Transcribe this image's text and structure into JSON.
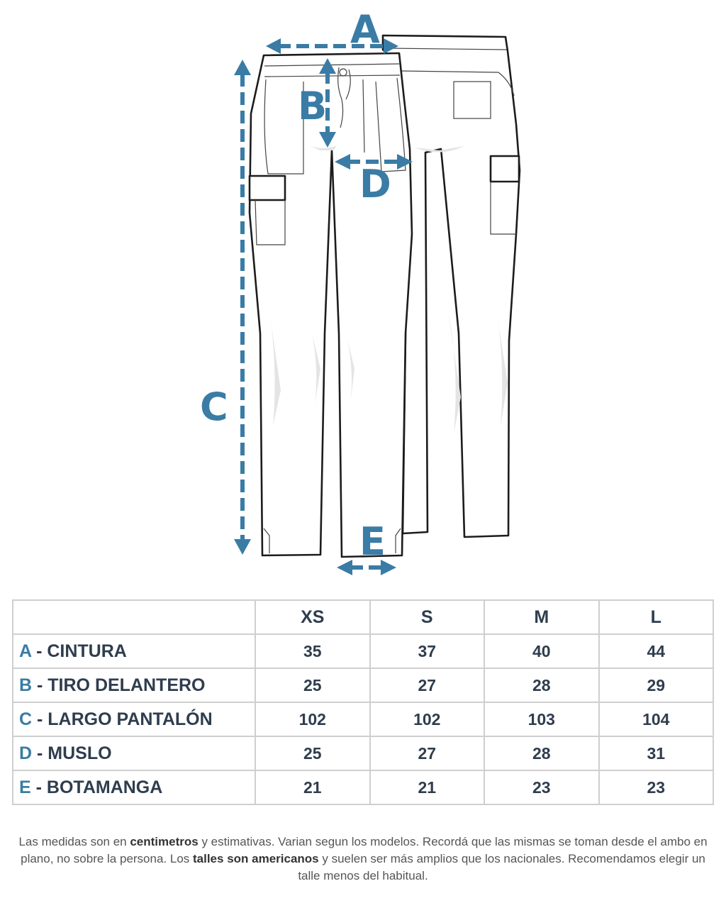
{
  "diagram": {
    "labels": {
      "a": "A",
      "b": "B",
      "c": "C",
      "d": "D",
      "e": "E"
    },
    "accent_color": "#3a7ca5"
  },
  "table": {
    "headers": [
      "",
      "XS",
      "S",
      "M",
      "L"
    ],
    "rows": [
      {
        "letter": "A",
        "sep": " - ",
        "name": "CINTURA",
        "values": [
          "35",
          "37",
          "40",
          "44"
        ]
      },
      {
        "letter": "B",
        "sep": " - ",
        "name": "TIRO DELANTERO",
        "values": [
          "25",
          "27",
          "28",
          "29"
        ]
      },
      {
        "letter": "C",
        "sep": " - ",
        "name": "LARGO PANTALÓN",
        "values": [
          "102",
          "102",
          "103",
          "104"
        ]
      },
      {
        "letter": "D",
        "sep": " - ",
        "name": "MUSLO",
        "values": [
          "25",
          "27",
          "28",
          "31"
        ]
      },
      {
        "letter": "E",
        "sep": " - ",
        "name": "BOTAMANGA",
        "values": [
          "21",
          "21",
          "23",
          "23"
        ]
      }
    ]
  },
  "note": {
    "p1": "Las medidas son en ",
    "b1": "centimetros",
    "p2": " y estimativas. Varian segun los modelos. Recordá que las mismas se toman desde el ambo en plano, no sobre la persona. Los ",
    "b2": "talles son americanos",
    "p3": " y suelen ser más amplios que los nacionales. Recomendamos elegir un talle menos del habitual."
  }
}
